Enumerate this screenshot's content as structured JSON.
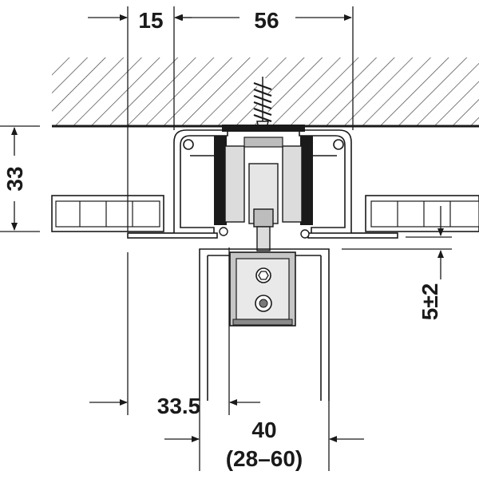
{
  "dimensions": {
    "top_left": "15",
    "top_center": "56",
    "left_height": "33",
    "right_gap": "5±2",
    "bottom_offset": "33.5",
    "bottom_width": "40",
    "bottom_range": "(28–60)"
  },
  "colors": {
    "line": "#1a1a1a",
    "hatch": "#555555",
    "grey_light": "#dcdcdc",
    "grey_mid": "#bdbdbd",
    "grey_dark": "#8a8a8a"
  }
}
